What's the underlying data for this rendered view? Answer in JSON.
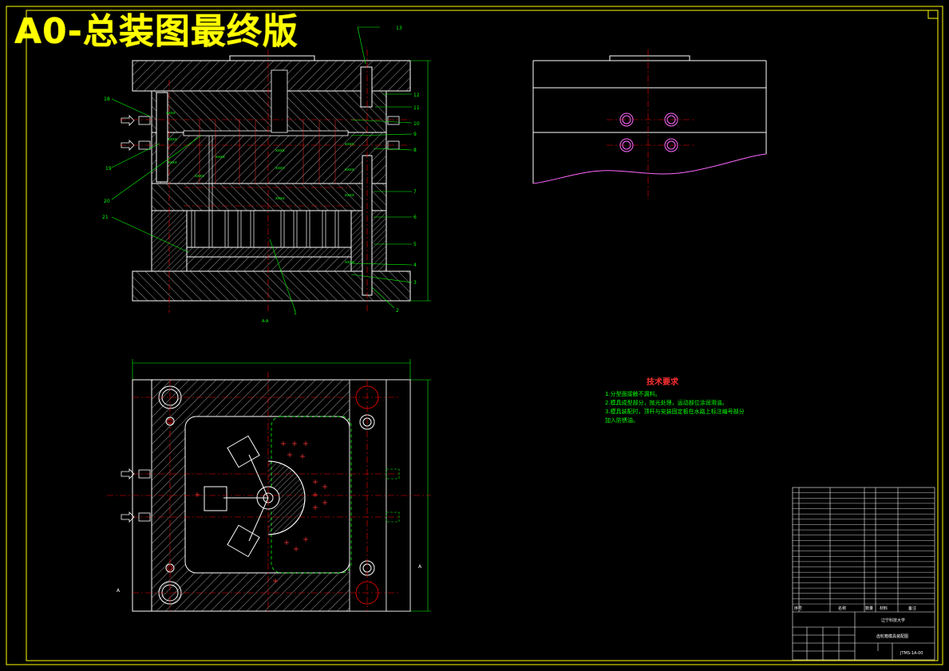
{
  "title": "A0-总装图最终版",
  "technical_requirements": {
    "heading": "技术要求",
    "lines": [
      "1.分型面接触不漏料。",
      "2.模具成型部分，抛光处理，运动部位涂润滑油。",
      "3.模具装配时，顶杆与安装固定板在水路上标注编号部分",
      "   加入防锈油。"
    ]
  },
  "section_label": "A-A",
  "part_numbers_right": [
    "13",
    "12",
    "11",
    "10",
    "9",
    "8",
    "7",
    "6",
    "5",
    "4",
    "3",
    "2"
  ],
  "part_numbers_left": [
    "18",
    "19",
    "20",
    "21"
  ],
  "part_number_bottom": "1",
  "title_block": {
    "school": "辽宁科技大学",
    "drawing_name": "齿轮箱模具装配图",
    "drawing_no": "JTMS-1A-00",
    "header_cols": [
      "序号",
      "名称",
      "数量",
      "材料",
      "备注"
    ]
  },
  "colors": {
    "outline": "#ffffff",
    "centerline": "#ff0000",
    "frame": "#ffff00",
    "dimension": "#00ff00",
    "hatch": "#ffffff",
    "part": "#ff66ff"
  }
}
